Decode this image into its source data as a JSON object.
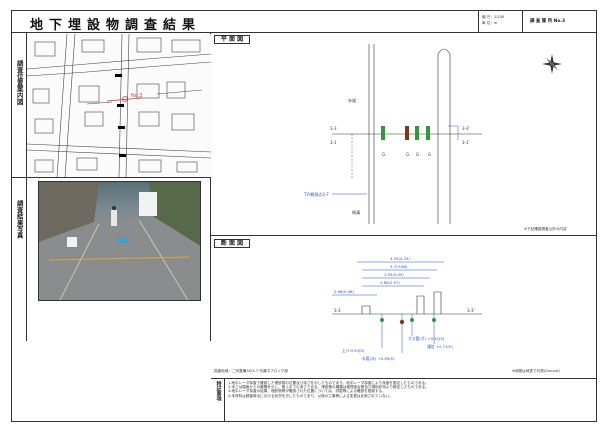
{
  "header": {
    "title": "地下埋設物調査結果",
    "scale_label": "縮 尺：1/100",
    "unit_label": "単 位：m",
    "site_label": "調 査 箇 所 No.3"
  },
  "left": {
    "location_map_label": "調査位置案内図",
    "photo_label": "調査結果写真",
    "map_marker": "No.3"
  },
  "plan": {
    "title": "平 面 図",
    "north_symbol": "N",
    "tp_label": "T.P.観測点3-7",
    "note": "※下記確認調査以外の内容"
  },
  "section": {
    "title": "断 面 図",
    "left_mark": "3-3",
    "right_mark": "3-3'",
    "footer_left": "探査地域：二河整備3の3-7 河道中ブロック部",
    "footer_right": "※地際は地表で計測(Ground)",
    "dims": [
      "4.33(4.33)",
      "3.7(3.66)",
      "2.93(3.05)",
      "2.69(2.57)",
      "0.96(0.96)"
    ],
    "depths": [
      "土)+0.93(S)",
      "水管(水) +0.69(S)",
      "ガス管(ガ) +0.52(S)",
      "通信 +0.71(S)"
    ]
  },
  "notes": {
    "label": "特記事項",
    "text": "1.地中レーダ探査で確認した埋設物の位置及び深さを示したものであり、地中レーダ探査により深度を推定したものである。\n2.深さは路面からの離隔を示し、管上までの深さである。埋設管の種類は管理者台帳及び現地状況より推定したものである。\n3.地中レーダ探査の結果、埋設物等が確認された位置については、試掘等による確認を推奨する。\n4.本資料は調査時点における状況を示したものであり、以後の工事等による変更は反映されていない。"
  },
  "colors": {
    "pipe_green": "#2e9a3a",
    "pipe_brown": "#7a3a1a",
    "dim_blue": "#2b50c8",
    "marker_red": "#d23a3a"
  }
}
